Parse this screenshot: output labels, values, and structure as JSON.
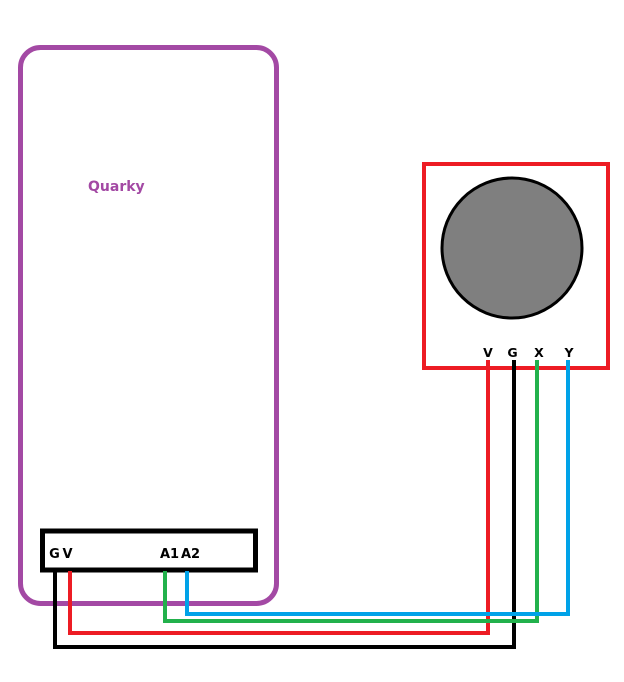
{
  "background": "#FFFFFF",
  "board": {
    "label": "Quarky",
    "label_color": "#A349A4",
    "outline_color": "#A349A4",
    "connector": {
      "outline_color": "#000000",
      "pin_label_color": "#000000",
      "pins": [
        {
          "label": "G"
        },
        {
          "label": "V"
        },
        {
          "label": "A1"
        },
        {
          "label": "A2"
        }
      ]
    }
  },
  "module": {
    "outline_color": "#ED1C24",
    "knob_fill": "#7F7F7F",
    "knob_outline": "#000000",
    "pin_label_color": "#000000",
    "pins": [
      {
        "label": "V"
      },
      {
        "label": "G"
      },
      {
        "label": "X"
      },
      {
        "label": "Y"
      }
    ]
  },
  "wires": [
    {
      "from": "V",
      "to": "V",
      "color": "#ED1C24"
    },
    {
      "from": "G",
      "to": "G",
      "color": "#000000"
    },
    {
      "from": "A1",
      "to": "X",
      "color": "#22B14C"
    },
    {
      "from": "A2",
      "to": "Y",
      "color": "#00A2E8"
    }
  ]
}
